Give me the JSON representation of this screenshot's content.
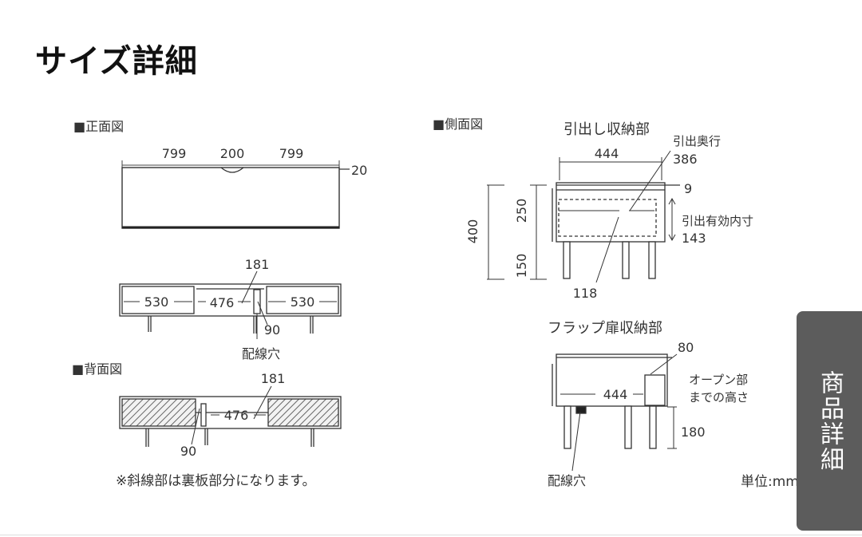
{
  "title": "サイズ詳細",
  "front_view": {
    "label": "■正面図",
    "dim_left": "799",
    "dim_center": "200",
    "dim_right": "799",
    "dim_thickness": "20",
    "dim_cable_hole": "181",
    "dim_drawer_left": "530",
    "dim_center_space": "476",
    "dim_drawer_right": "530",
    "dim_hole_width": "90",
    "cable_hole_label": "配線穴"
  },
  "back_view": {
    "label": "■背面図",
    "dim_cable_hole": "181",
    "dim_center_space": "476",
    "dim_hole_width": "90",
    "note": "※斜線部は裏板部分になります。"
  },
  "side_view": {
    "label": "■側面図",
    "drawer_title": "引出し収納部",
    "dim_width": "444",
    "pull_depth_label": "引出奥行",
    "pull_depth": "386",
    "dim_top": "9",
    "dim_total_height": "400",
    "dim_upper_height": "250",
    "dim_leg_height": "150",
    "inner_height_label": "引出有効内寸",
    "inner_height": "143",
    "dim_inner_depth": "118",
    "flap_title": "フラップ扉収納部",
    "dim_flap": "80",
    "opening_label_1": "オープン部",
    "opening_label_2": "までの高さ",
    "dim_flap_width": "444",
    "dim_opening_height": "180",
    "cable_hole_label": "配線穴"
  },
  "unit_label": "単位:mm",
  "side_tab_label": "商品詳細"
}
